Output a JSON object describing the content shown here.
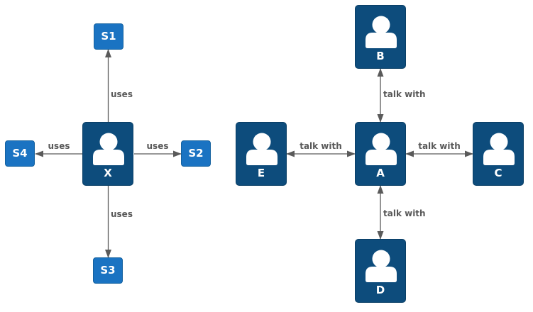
{
  "colors": {
    "person_node_fill": "#0d4c7c",
    "system_node_fill": "#1a73c2",
    "edge_stroke": "#5a5a5a",
    "edge_label_text": "#595959",
    "node_label_text": "#ffffff",
    "background": "#ffffff"
  },
  "nodes": {
    "x": {
      "label": "X",
      "type": "person"
    },
    "s1": {
      "label": "S1",
      "type": "system"
    },
    "s2": {
      "label": "S2",
      "type": "system"
    },
    "s3": {
      "label": "S3",
      "type": "system"
    },
    "s4": {
      "label": "S4",
      "type": "system"
    },
    "a": {
      "label": "A",
      "type": "person"
    },
    "b": {
      "label": "B",
      "type": "person"
    },
    "c": {
      "label": "C",
      "type": "person"
    },
    "d": {
      "label": "D",
      "type": "person"
    },
    "e": {
      "label": "E",
      "type": "person"
    }
  },
  "edges": {
    "x_s1": {
      "from": "X",
      "to": "S1",
      "label": "uses",
      "arrows": "one-way"
    },
    "x_s2": {
      "from": "X",
      "to": "S2",
      "label": "uses",
      "arrows": "one-way"
    },
    "x_s3": {
      "from": "X",
      "to": "S3",
      "label": "uses",
      "arrows": "one-way"
    },
    "x_s4": {
      "from": "X",
      "to": "S4",
      "label": "uses",
      "arrows": "one-way"
    },
    "a_b": {
      "from": "A",
      "to": "B",
      "label": "talk with",
      "arrows": "two-way"
    },
    "a_c": {
      "from": "A",
      "to": "C",
      "label": "talk with",
      "arrows": "two-way"
    },
    "a_d": {
      "from": "A",
      "to": "D",
      "label": "talk with",
      "arrows": "two-way"
    },
    "a_e": {
      "from": "A",
      "to": "E",
      "label": "talk with",
      "arrows": "two-way"
    }
  }
}
